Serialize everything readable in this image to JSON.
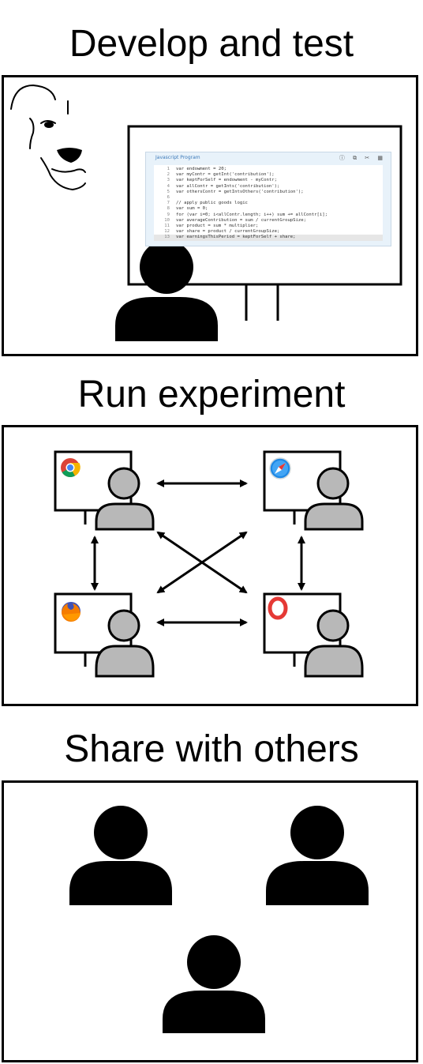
{
  "sections": {
    "develop": {
      "title": "Develop and test"
    },
    "run": {
      "title": "Run experiment"
    },
    "share": {
      "title": "Share with others"
    }
  },
  "code_editor": {
    "title": "Javascript Program",
    "lines": [
      {
        "n": "1",
        "text": "var endowment = 20;"
      },
      {
        "n": "2",
        "text": "var myContr = getInt('contribution');"
      },
      {
        "n": "3",
        "text": "var keptForSelf = endowment - myContr;"
      },
      {
        "n": "4",
        "text": "var allContr = getInts('contribution');"
      },
      {
        "n": "5",
        "text": "var othersContr = getIntsOthers('contribution');"
      },
      {
        "n": "6",
        "text": ""
      },
      {
        "n": "7",
        "text": "// apply public goods logic"
      },
      {
        "n": "8",
        "text": "var sum = 0;"
      },
      {
        "n": "9",
        "text": "for (var i=0; i<allContr.length; i++) sum += allContr[i];"
      },
      {
        "n": "10",
        "text": "var averageContribution = sum / currentGroupSize;"
      },
      {
        "n": "11",
        "text": "var product = sum * multiplier;"
      },
      {
        "n": "12",
        "text": "var share = product / currentGroupSize;"
      },
      {
        "n": "13",
        "text": "var earningsThisPeriod = keptForSelf + share;"
      }
    ],
    "highlighted_line": "13"
  },
  "browsers": [
    {
      "name": "chrome-icon"
    },
    {
      "name": "safari-icon"
    },
    {
      "name": "firefox-icon"
    },
    {
      "name": "opera-icon"
    }
  ],
  "colors": {
    "person_dark": "#000000",
    "person_grey": "#b8b8b8",
    "editor_bg": "#e8f2fa"
  }
}
